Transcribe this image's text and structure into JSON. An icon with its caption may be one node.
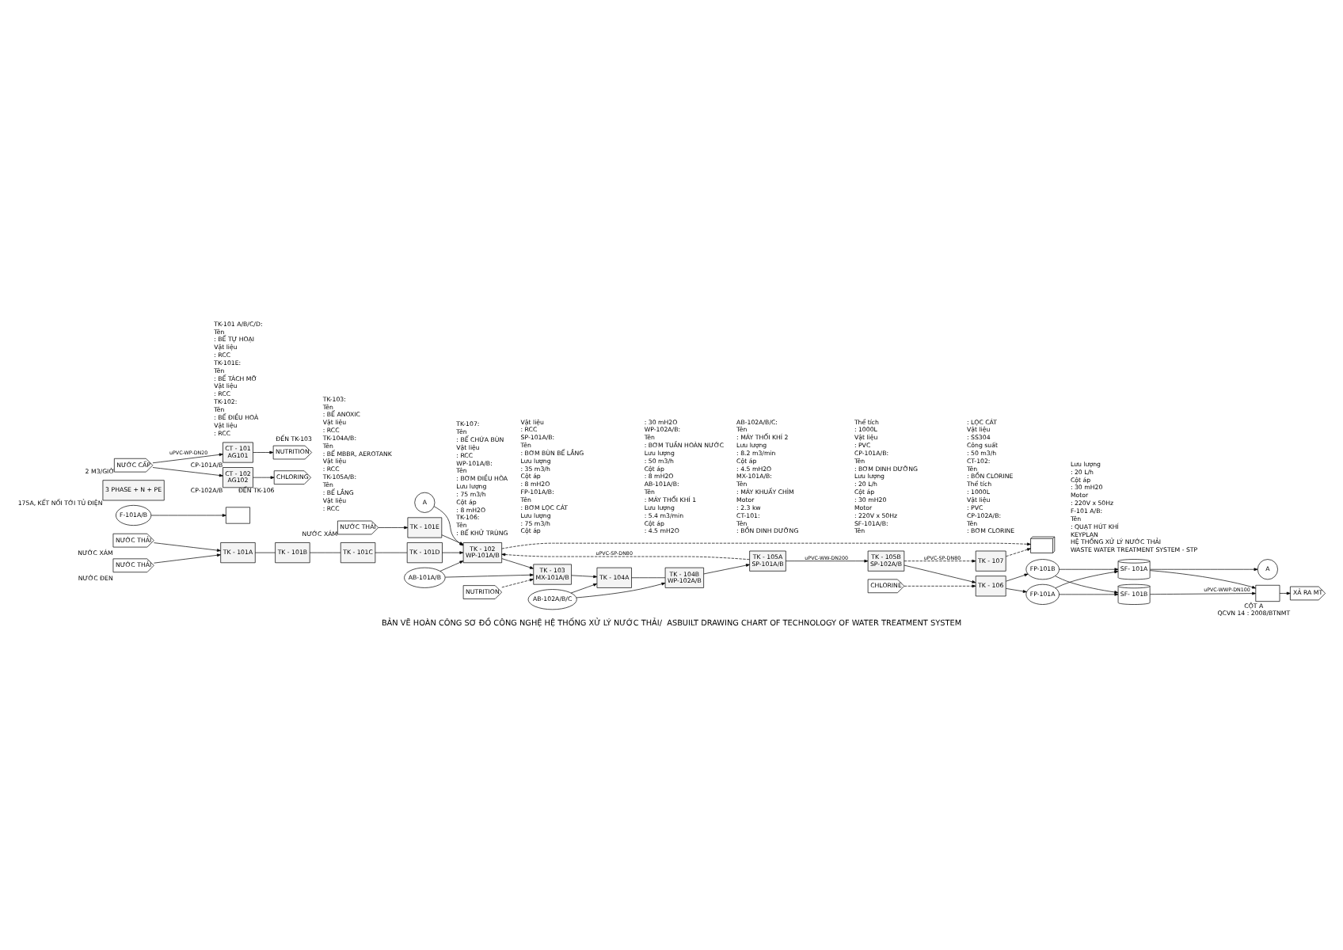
{
  "diagram": {
    "title": "BẢN VẼ HOÀN CÔNG SƠ ĐỒ CÔNG NGHỆ HỆ THỐNG XỬ LÝ NƯỚC THẢI/  ASBUILT DRAWING CHART OF TECHNOLOGY OF WATER TREATMENT SYSTEM",
    "nodes": [
      {
        "text": [
          "NƯỚC THẢI"
        ],
        "beside": [
          "NƯỚC XÁM"
        ]
      },
      {
        "text": [
          "NƯỚC THẢI"
        ],
        "beside": [
          "NƯỚC XÁM"
        ]
      },
      {
        "text": [
          "NƯỚC THẢI"
        ],
        "beside": [
          "NƯỚC ĐEN"
        ]
      },
      {
        "text": [
          "TK - 101E"
        ]
      },
      {
        "text": [
          "TK - 101A"
        ]
      },
      {
        "text": [
          "TK - 101B"
        ]
      },
      {
        "text": [
          "TK - 101C"
        ]
      },
      {
        "text": [
          "TK - 101D"
        ]
      },
      {
        "text": [
          "TK - 102",
          "WP-101A/B"
        ]
      },
      {
        "text": [
          "AB-101A/B"
        ]
      },
      {
        "text": [
          "AB-102A/B/C"
        ]
      },
      {
        "text": [
          "TK - 103",
          "MX-101A/B"
        ]
      },
      {
        "text": [
          "TK - 104A"
        ]
      },
      {
        "text": [
          "TK - 104B",
          "WP-102A/B"
        ]
      },
      {
        "text": [
          "TK - 105A",
          "SP-101A/B"
        ]
      },
      {
        "text": [
          "TK - 105B",
          "SP-102A/B"
        ]
      },
      {
        "text": [
          "F-101A/B"
        ]
      },
      {
        "text": [],
        "shape": "box"
      },
      {
        "text": [
          "TK - 107"
        ]
      },
      {
        "text": [
          "TK - 106"
        ]
      },
      {
        "text": [
          "FP-101A"
        ]
      },
      {
        "text": [
          "FP-101B"
        ]
      },
      {
        "text": [
          "SF- 101A"
        ]
      },
      {
        "text": [
          "SF- 101B"
        ]
      },
      {
        "text": [],
        "shape": "box"
      },
      {
        "text": [
          "XẢ RA MT"
        ],
        "beside": [
          "CỘT A",
          "QCVN 14 : 2008/BTNMT"
        ]
      },
      {
        "text": [
          "A"
        ]
      },
      {
        "text": [
          "A"
        ]
      },
      {
        "text": [
          "NUTRITION"
        ]
      },
      {
        "text": [
          "CHLORINE"
        ]
      },
      {
        "text": [
          "3 PHASE + N + PE"
        ],
        "beside": [
          "175A, KẾT NỐI TỚI TỦ ĐIỆN"
        ]
      },
      {
        "text": [
          "NƯỚC CẤP"
        ],
        "beside": [
          "2 M3/GIỜ"
        ]
      },
      {
        "text": [
          "CT - 101",
          "AG101"
        ],
        "beside": [
          "CP-101A/B"
        ]
      },
      {
        "text": [
          "CT - 102",
          "AG102"
        ],
        "beside": [
          "CP-102A/B"
        ]
      },
      {
        "text": [
          "CHLORING"
        ],
        "beside": [
          "ĐẾN TK-106"
        ]
      },
      {
        "text": [
          "NUTRITION"
        ],
        "beside": [
          "ĐẾN TK-103"
        ]
      },
      {
        "text": [],
        "shape": "picture"
      }
    ],
    "edges": [
      {
        "from": 0,
        "to": 3,
        "arrow": "to"
      },
      {
        "from": 1,
        "to": 4,
        "arrow": "to"
      },
      {
        "from": 2,
        "to": 4,
        "arrow": "to"
      },
      {
        "from": 3,
        "to": 8,
        "arrow": "to"
      },
      {
        "from": 4,
        "to": 5,
        "arrow": "none"
      },
      {
        "from": 5,
        "to": 6,
        "arrow": "none"
      },
      {
        "from": 6,
        "to": 7,
        "arrow": "none"
      },
      {
        "from": 7,
        "to": 8,
        "arrow": "to"
      },
      {
        "from": 26,
        "to": 8,
        "arrow": "to"
      },
      {
        "from": 9,
        "to": 8,
        "arrow": "to"
      },
      {
        "from": 9,
        "to": 11,
        "arrow": "to"
      },
      {
        "from": 10,
        "to": 12,
        "arrow": "to"
      },
      {
        "from": 10,
        "to": 13,
        "arrow": "to"
      },
      {
        "from": 8,
        "to": 11,
        "arrow": "to"
      },
      {
        "from": 11,
        "to": 12,
        "arrow": "to"
      },
      {
        "from": 12,
        "to": 13,
        "arrow": "none"
      },
      {
        "from": 13,
        "to": 14,
        "arrow": "to"
      },
      {
        "from": 14,
        "to": 15,
        "arrow": "to",
        "label": "uPVC-WW-DN200"
      },
      {
        "from": 14,
        "to": 8,
        "arrow": "to",
        "style": "dashed",
        "label": "uPVC-SP-DN80"
      },
      {
        "from": 15,
        "to": 18,
        "arrow": "to",
        "style": "dashed",
        "label": "uPVC-SP-DN80"
      },
      {
        "from": 15,
        "to": 19,
        "arrow": "to"
      },
      {
        "from": 16,
        "to": 17,
        "arrow": "to"
      },
      {
        "from": 28,
        "to": 11,
        "arrow": "to",
        "style": "dashed"
      },
      {
        "from": 29,
        "to": 19,
        "arrow": "to",
        "style": "dashed"
      },
      {
        "from": 19,
        "to": 20,
        "arrow": "to"
      },
      {
        "from": 19,
        "to": 21,
        "arrow": "to"
      },
      {
        "from": 20,
        "to": 22,
        "arrow": "to"
      },
      {
        "from": 20,
        "to": 23,
        "arrow": "to"
      },
      {
        "from": 21,
        "to": 22,
        "arrow": "to"
      },
      {
        "from": 21,
        "to": 23,
        "arrow": "to"
      },
      {
        "from": 22,
        "to": 24,
        "arrow": "to"
      },
      {
        "from": 23,
        "to": 24,
        "arrow": "to",
        "label": "uPVC-WWP-DN100"
      },
      {
        "from": 22,
        "to": 27,
        "arrow": "to"
      },
      {
        "from": 24,
        "to": 25,
        "arrow": "to"
      },
      {
        "from": 31,
        "to": 32,
        "arrow": "to",
        "label": "uPVC-WP-DN20"
      },
      {
        "from": 31,
        "to": 33,
        "arrow": "to"
      },
      {
        "from": 32,
        "to": 35,
        "arrow": "to"
      },
      {
        "from": 33,
        "to": 34,
        "arrow": "to"
      },
      {
        "from": 18,
        "to": 36,
        "arrow": "to",
        "style": "dashed"
      },
      {
        "from": 8,
        "to": 36,
        "arrow": "to",
        "style": "dashed"
      }
    ],
    "labels": [
      "TK-101 A/B/C/D:",
      "Tên",
      ": BỂ TỰ HOẠI",
      "Vật liệu",
      ": RCC",
      "TK-101E:",
      "Tên",
      ": BỂ TÁCH MỠ",
      "Vật liệu",
      ": RCC",
      "TK-102:",
      "Tên",
      ": BỂ ĐIỀU HOÀ",
      "Vật liệu",
      ": RCC",
      "TK-103:",
      "Tên",
      ": BỂ ANOXIC",
      "Vật liệu",
      ": RCC",
      "TK-104A/B:",
      "Tên",
      ": BỂ MBBR, AEROTANK",
      "Vật liệu",
      ": RCC",
      "TK-105A/B:",
      "Tên",
      ": BỂ LẮNG",
      "Vật liệu",
      ": RCC",
      "TK-107:",
      "Tên",
      ": BỂ CHỨA BÙN",
      "Vật liệu",
      ": RCC",
      "WP-101A/B:",
      "Tên",
      ": BƠM ĐIỀU HÒA",
      "Lưu lượng",
      ": 75 m3/h",
      "Cột áp",
      ": 8 mH2O",
      "TK-106:",
      "Tên",
      ": BỂ KHỬ TRÙNG",
      "Vật liệu",
      ": RCC",
      "SP-101A/B:",
      "Tên",
      ": BƠM BÙN BỂ LẮNG",
      "Lưu lượng",
      ": 35 m3/h",
      "Cột áp",
      ": 8 mH2O",
      "FP-101A/B:",
      "Tên",
      ": BƠM LỌC CÁT",
      "Lưu lượng",
      ": 75 m3/h",
      "Cột áp",
      ": 30 mH2O",
      "WP-102A/B:",
      "Tên",
      ": BƠM TUẦN HOÀN NƯỚC",
      "Lưu lượng",
      ": 50 m3/h",
      "Cột áp",
      ": 8 mH2O",
      "AB-101A/B:",
      "Tên",
      ": MÁY THỔI KHÍ 1",
      "Lưu lượng",
      ": 5.4 m3/min",
      "Cột áp",
      ": 4.5 mH2O",
      "AB-102A/B/C:",
      "Tên",
      ": MÁY THỔI KHÍ 2",
      "Lưu lượng",
      ": 8.2 m3/min",
      "Cột áp",
      ": 4.5 mH2O",
      "MX-101A/B:",
      "Tên",
      ": MÁY KHUẤY CHÌM",
      "Motor",
      ": 2.3 kw",
      "CT-101:",
      "Tên",
      ": BỒN DINH DƯỠNG",
      "Thể tích",
      ": 1000L",
      "Vật liệu",
      ": PVC",
      "CP-101A/B:",
      "Tên",
      ": BƠM DINH DƯỠNG",
      "Lưu lượng",
      ": 20 L/h",
      "Cột áp",
      ": 30 mH20",
      "Motor",
      ": 220V x 50Hz",
      "SF-101A/B:",
      "Tên",
      ": LỌC CÁT",
      "Vật liệu",
      ": SS304",
      "Công suất",
      ": 50 m3/h",
      "CT-102:",
      "Tên",
      ": BỒN CLORINE",
      "Thể tích",
      ": 1000L",
      "Vật liệu",
      ": PVC",
      "CP-102A/B:",
      "Tên",
      ": BƠM CLORINE",
      "Lưu lượng",
      ": 20 L/h",
      "Cột áp",
      ": 30 mH20",
      "Motor",
      ": 220V x 50Hz",
      "F-101 A/B:",
      "Tên",
      ": QUẠT HÚT KHÍ",
      "KEYPLAN",
      "HỆ THỐNG XỬ LÝ NƯỚC THẢI",
      "WASTE WATER TREATMENT SYSTEM - STP"
    ]
  }
}
